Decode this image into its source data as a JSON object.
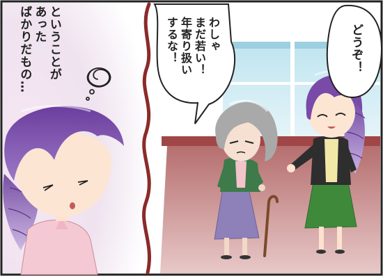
{
  "panel": {
    "narration_text": "ということが\nあった\nばかりだもの…",
    "elder_speech": "わしゃ\nまだ若い！\n年寄り扱い\nするな！",
    "woman_speech": "どうぞ！"
  },
  "colors": {
    "hair_purple": "#7a4aa8",
    "frame_red": "#8b2a2a",
    "skirt_green": "#3f8a3a",
    "skirt_lavender": "#8e80b8"
  }
}
